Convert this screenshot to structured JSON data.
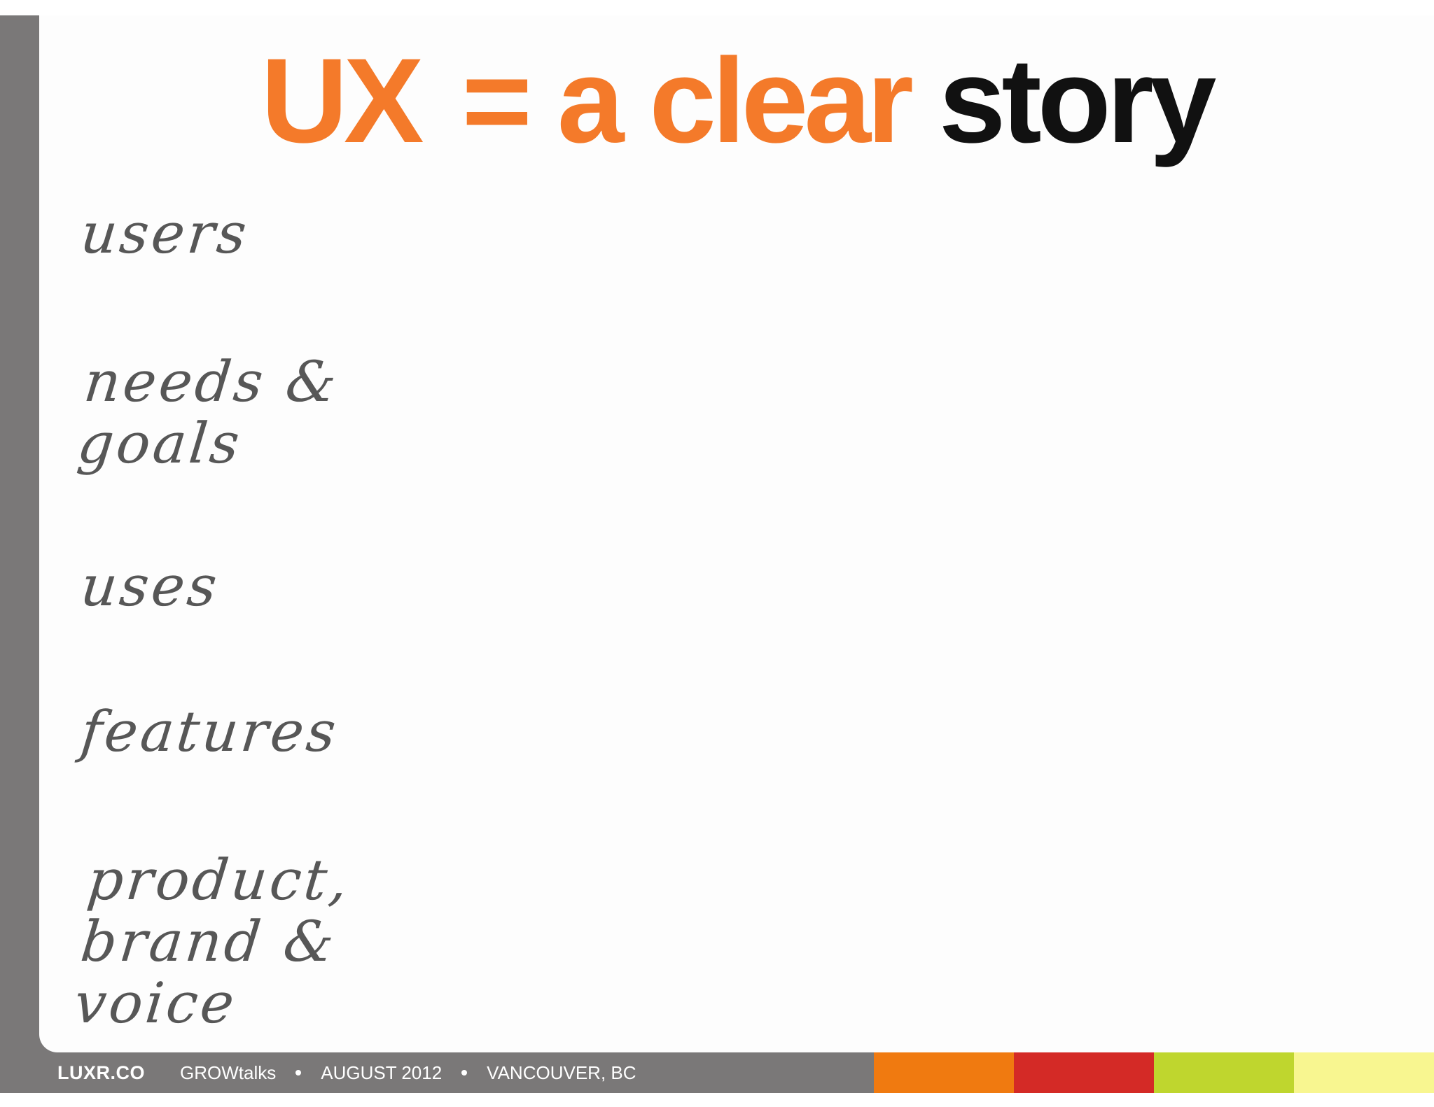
{
  "slide": {
    "title": {
      "part1": "UX",
      "part2": "= a clear",
      "part3": "story"
    },
    "items": [
      "users",
      "needs &\ngoals",
      "uses",
      "features",
      "product,\nbrand &\nvoice"
    ]
  },
  "footer": {
    "brand": "LUXR.CO",
    "event": "GROWtalks",
    "date": "AUGUST 2012",
    "location": "VANCOUVER, BC",
    "stripe_colors": [
      "#f07a10",
      "#d42a26",
      "#bfd62e",
      "#f8f690"
    ]
  },
  "colors": {
    "accent": "#f47a2a",
    "frame": "#7a7878",
    "handwriting": "#575757"
  }
}
